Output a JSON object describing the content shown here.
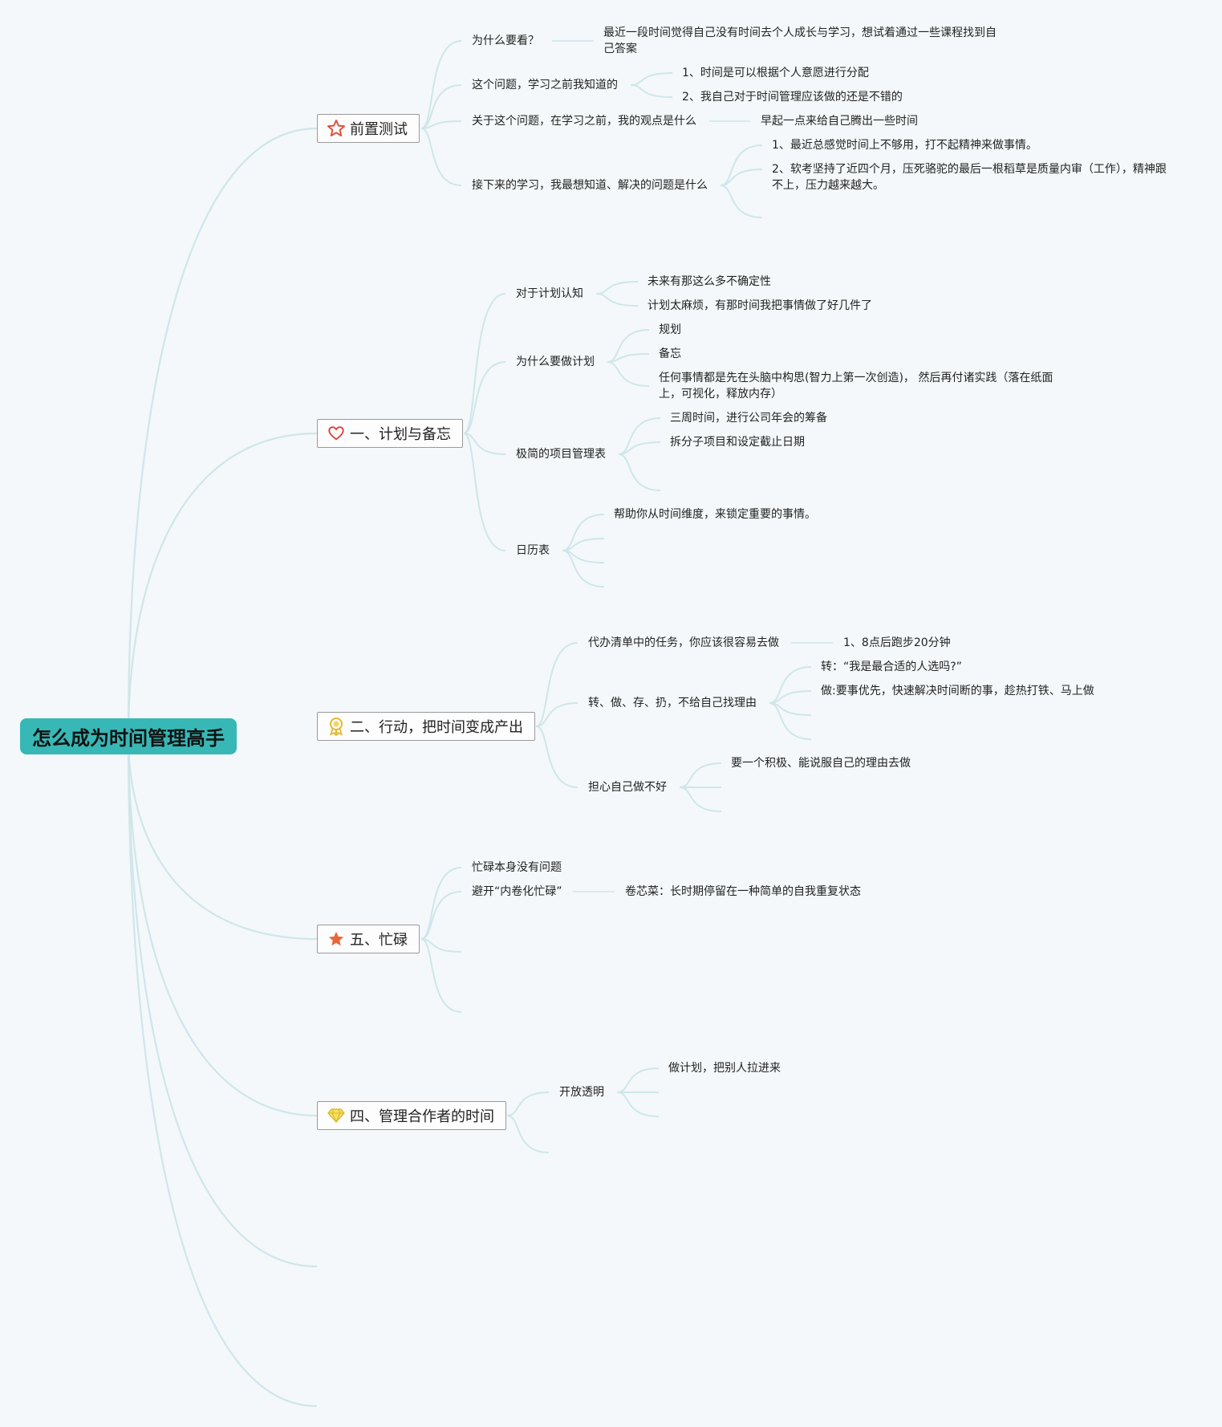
{
  "root": "怎么成为时间管理高手",
  "branches": {
    "b0": {
      "label": "前置测试",
      "icon": "star-outline-icon",
      "items": {
        "q1": "为什么要看？",
        "q1a": "最近一段时间觉得自己没有时间去个人成长与学习，想试着通过一些课程找到自己答案",
        "q2": "这个问题，学习之前我知道的",
        "q2a": "1、时间是可以根据个人意愿进行分配",
        "q2b": "2、我自己对于时间管理应该做的还是不错的",
        "q3": "关于这个问题，在学习之前，我的观点是什么",
        "q3a": "早起一点来给自己腾出一些时间",
        "q4": "接下来的学习，我最想知道、解决的问题是什么",
        "q4a": "1、最近总感觉时间上不够用，打不起精神来做事情。",
        "q4b": "2、软考坚持了近四个月，压死骆驼的最后一根稻草是质量内审（工作），精神跟不上，压力越来越大。"
      }
    },
    "b1": {
      "label": "一、计划与备忘",
      "icon": "heart-icon",
      "items": {
        "a": "对于计划认知",
        "a1": "未来有那这么多不确定性",
        "a2": "计划太麻烦，有那时间我把事情做了好几件了",
        "b": "为什么要做计划",
        "b1": "规划",
        "b2": "备忘",
        "b3": "任何事情都是先在头脑中构思(智力上第一次创造)， 然后再付诸实践（落在纸面上，可视化，释放内存）",
        "c": "极简的项目管理表",
        "c1": "三周时间，进行公司年会的筹备",
        "c2": "拆分子项目和设定截止日期",
        "d": "日历表",
        "d1": "帮助你从时间维度，来锁定重要的事情。"
      }
    },
    "b2": {
      "label": "二、行动，把时间变成产出",
      "icon": "medal-icon",
      "items": {
        "a": "代办清单中的任务，你应该很容易去做",
        "a1": "1、8点后跑步20分钟",
        "b": "转、做、存、扔，不给自己找理由",
        "b1": "转：“我是最合适的人选吗?”",
        "b2": "做:要事优先，快速解决时间断的事，趁热打铁、马上做",
        "c": "担心自己做不好",
        "c1": "要一个积极、能说服自己的理由去做"
      }
    },
    "b3": {
      "label": "五、忙碌",
      "icon": "star-filled-icon",
      "items": {
        "a": "忙碌本身没有问题",
        "b": "避开“内卷化忙碌”",
        "b1": "卷芯菜：长时期停留在一种简单的自我重复状态"
      }
    },
    "b4": {
      "label": "四、管理合作者的时间",
      "icon": "diamond-icon",
      "items": {
        "a": "开放透明",
        "a1": "做计划，把别人拉进来"
      }
    }
  },
  "colors": {
    "background": "#f4f8fa",
    "root": "#37b8b6",
    "edge": "#cfe6ea",
    "branch_border": "#9a9a9a"
  }
}
